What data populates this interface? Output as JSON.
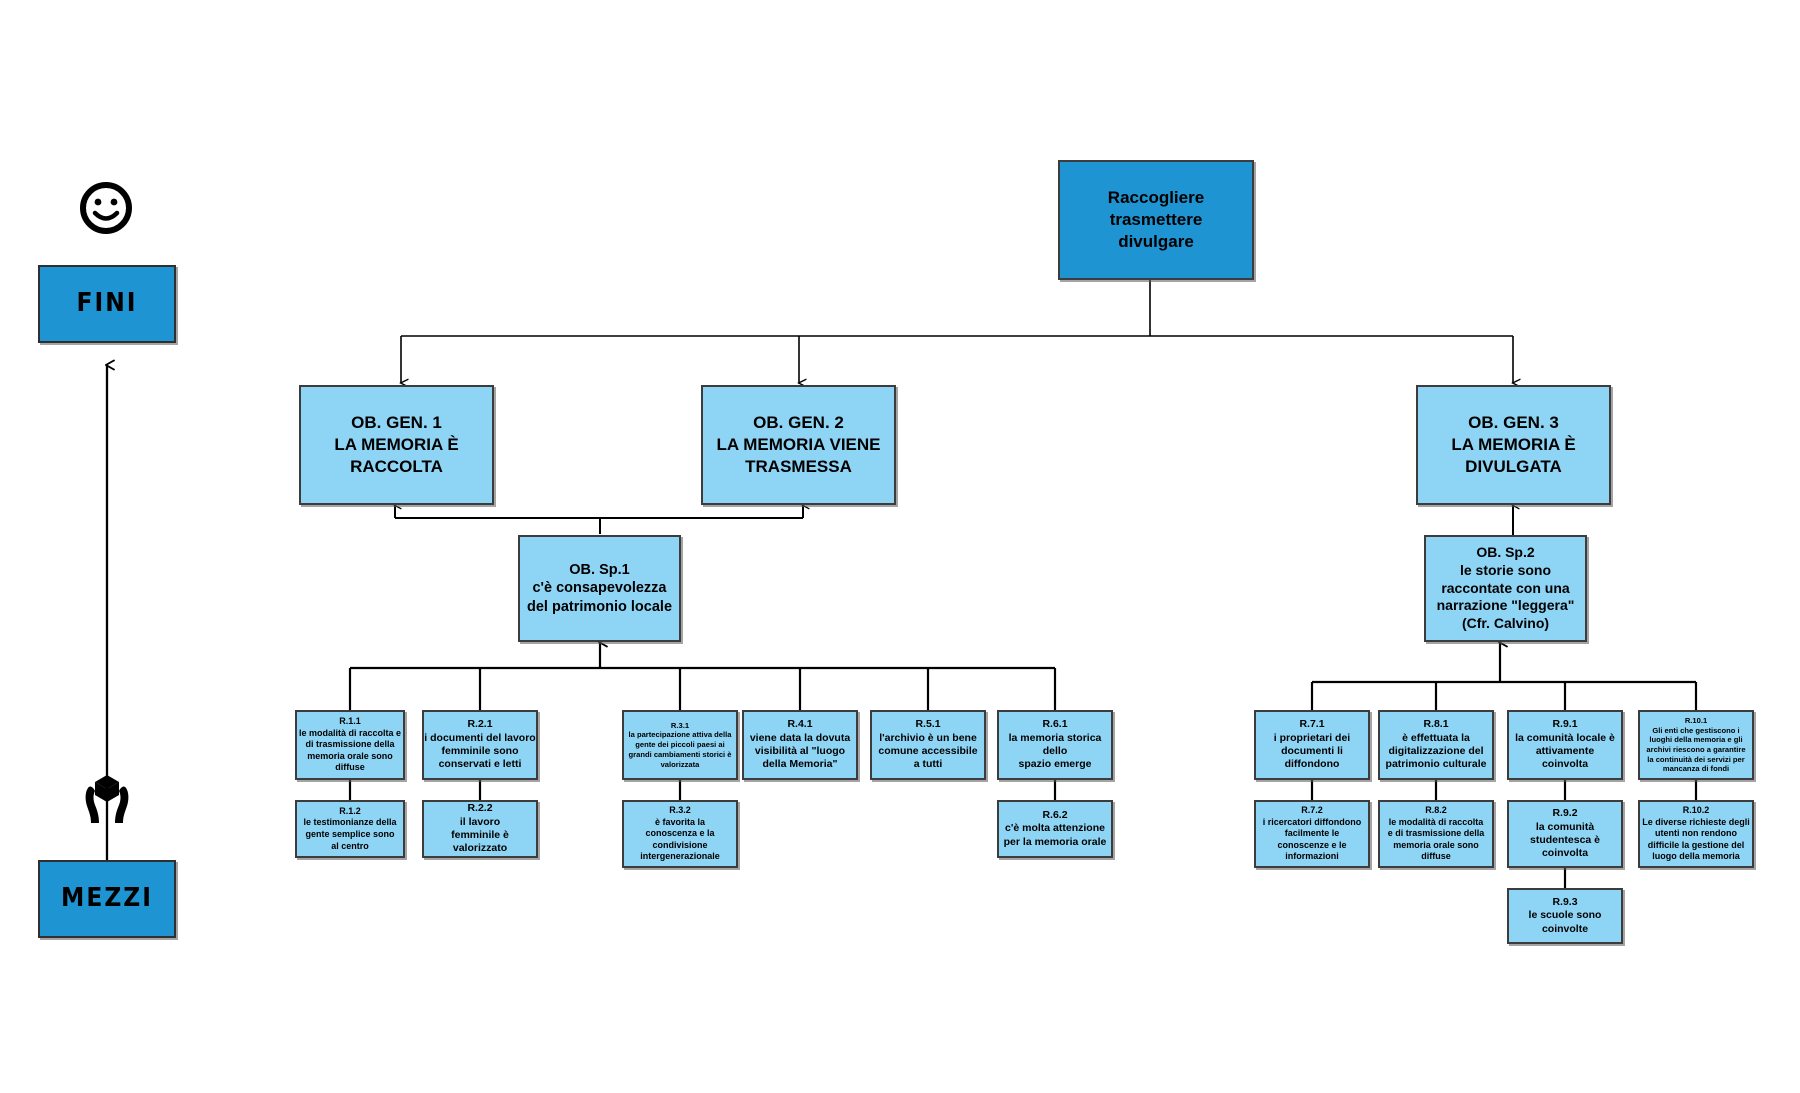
{
  "diagram": {
    "title": "Albero degli obiettivi",
    "colors": {
      "axis_box": "#1e94d2",
      "root_box": "#1e94d2",
      "objective_box": "#8ed5f5",
      "result_box": "#8ed5f5",
      "border": "#3c3c3c",
      "line": "#000000",
      "background": "#ffffff"
    }
  },
  "axis": {
    "top": {
      "label": "FINI",
      "icon": "smiley-face-icon"
    },
    "bottom": {
      "label": "MEZZI",
      "icon": "hands-holding-box-icon"
    }
  },
  "root": {
    "lines": [
      "Raccogliere",
      "trasmettere",
      "divulgare"
    ]
  },
  "general_objectives": [
    {
      "id": "ob-gen-1",
      "lines": [
        "OB. GEN. 1",
        "LA MEMORIA È",
        "RACCOLTA"
      ]
    },
    {
      "id": "ob-gen-2",
      "lines": [
        "OB. GEN. 2",
        "LA MEMORIA VIENE",
        "TRASMESSA"
      ]
    },
    {
      "id": "ob-gen-3",
      "lines": [
        "OB. GEN. 3",
        "LA MEMORIA È",
        "DIVULGATA"
      ]
    }
  ],
  "specific_objectives": [
    {
      "id": "ob-sp-1",
      "lines": [
        "OB. Sp.1",
        "c'è consapevolezza",
        "del patrimonio locale"
      ]
    },
    {
      "id": "ob-sp-2",
      "lines": [
        "OB. Sp.2",
        "le storie sono",
        "raccontate con una",
        "narrazione \"leggera\"",
        "(Cfr. Calvino)"
      ]
    }
  ],
  "results": [
    {
      "id": "r-1-1",
      "code": "R.1.1",
      "lines": [
        "le modalità di raccolta e",
        "di trasmissione della",
        "memoria orale sono",
        "diffuse"
      ]
    },
    {
      "id": "r-1-2",
      "code": "R.1.2",
      "lines": [
        "le testimonianze della",
        "gente semplice  sono",
        "al centro"
      ]
    },
    {
      "id": "r-2-1",
      "code": "R.2.1",
      "lines": [
        "i documenti del lavoro",
        "femminile  sono",
        "conservati e letti"
      ]
    },
    {
      "id": "r-2-2",
      "code": "R.2.2",
      "lines": [
        "il lavoro",
        "femminile  è",
        "valorizzato"
      ]
    },
    {
      "id": "r-3-1",
      "code": "R.3.1",
      "lines": [
        "la partecipazione attiva della",
        "gente dei piccoli paesi ai",
        "grandi cambiamenti storici  è",
        "valorizzata"
      ]
    },
    {
      "id": "r-3-2",
      "code": "R.3.2",
      "lines": [
        "è favorita la",
        "conoscenza e la",
        "condivisione",
        "intergenerazionale"
      ]
    },
    {
      "id": "r-4-1",
      "code": "R.4.1",
      "lines": [
        "viene data la dovuta",
        "visibilità al \"luogo",
        "della Memoria\""
      ]
    },
    {
      "id": "r-5-1",
      "code": "R.5.1",
      "lines": [
        "l'archivio è un bene",
        "comune accessibile",
        "a tutti"
      ]
    },
    {
      "id": "r-6-1",
      "code": "R.6.1",
      "lines": [
        "la memoria storica",
        "dello",
        "spazio  emerge"
      ]
    },
    {
      "id": "r-6-2",
      "code": "R.6.2",
      "lines": [
        "c'è molta attenzione",
        "per la memoria orale"
      ]
    },
    {
      "id": "r-7-1",
      "code": "R.7.1",
      "lines": [
        "i proprietari dei",
        "documenti li",
        "diffondono"
      ]
    },
    {
      "id": "r-7-2",
      "code": "R.7.2",
      "lines": [
        "i ricercatori   diffondono",
        "facilmente le",
        "conoscenze e le",
        "informazioni"
      ]
    },
    {
      "id": "r-8-1",
      "code": "R.8.1",
      "lines": [
        "è effettuata la",
        "digitalizzazione del",
        "patrimonio culturale"
      ]
    },
    {
      "id": "r-8-2",
      "code": "R.8.2",
      "lines": [
        "le modalità di raccolta",
        "e di trasmissione della",
        "memoria orale sono",
        "diffuse"
      ]
    },
    {
      "id": "r-9-1",
      "code": "R.9.1",
      "lines": [
        "la comunità locale è",
        "attivamente",
        "coinvolta"
      ]
    },
    {
      "id": "r-9-2",
      "code": "R.9.2",
      "lines": [
        "la comunità",
        "studentesca è",
        "coinvolta"
      ]
    },
    {
      "id": "r-9-3",
      "code": "R.9.3",
      "lines": [
        "le scuole sono",
        "coinvolte"
      ]
    },
    {
      "id": "r-10-1",
      "code": "R.10.1",
      "lines": [
        "Gli enti che gestiscono i",
        "luoghi della memoria e gli",
        "archivi  riescono a garantire",
        "la continuità dei servizi per",
        "mancanza di fondi"
      ]
    },
    {
      "id": "r-10-2",
      "code": "R.10.2",
      "lines": [
        "Le diverse richieste degli",
        "utenti non rendono",
        "difficile la gestione del",
        "luogo della memoria"
      ]
    }
  ]
}
